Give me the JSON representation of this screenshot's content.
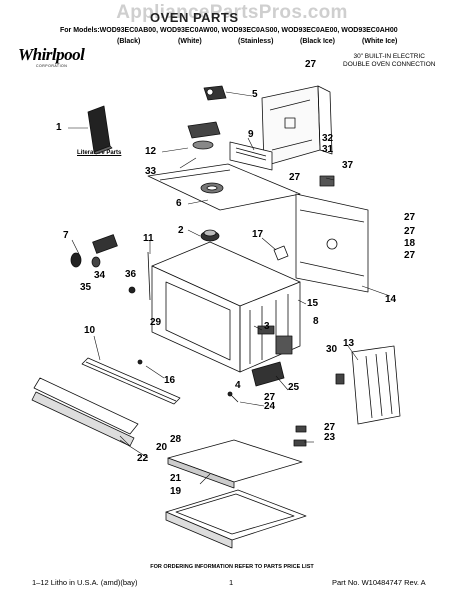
{
  "watermark": "AppliancePartsPros.com",
  "title": "OVEN PARTS",
  "models_line": "For Models:WOD93EC0AB00, WOD93EC0AW00, WOD93EC0AS00, WOD93EC0AE00, WOD93EC0AH00",
  "colors": [
    "(Black)",
    "(White)",
    "(Stainless)",
    "(Black Ice)",
    "(White Ice)"
  ],
  "brand": {
    "name": "Whirlpool",
    "sub": "CORPORATION"
  },
  "note": [
    "30\" BUILT-IN ELECTRIC",
    "DOUBLE OVEN CONNECTION"
  ],
  "literature_label": "Literature Parts",
  "callouts": {
    "c1": "1",
    "c2": "2",
    "c3": "3",
    "c4": "4",
    "c5": "5",
    "c6": "6",
    "c7": "7",
    "c8": "8",
    "c9": "9",
    "c10": "10",
    "c11": "11",
    "c12": "12",
    "c13": "13",
    "c14": "14",
    "c15": "15",
    "c16": "16",
    "c17": "17",
    "c18": "18",
    "c19": "19",
    "c20": "20",
    "c21": "21",
    "c22": "22",
    "c23": "23",
    "c24": "24",
    "c25": "25",
    "c27a": "27",
    "c27b": "27",
    "c27c": "27",
    "c27d": "27",
    "c27e": "27",
    "c27f": "27",
    "c27g": "27",
    "c28": "28",
    "c29": "29",
    "c30": "30",
    "c31": "31",
    "c32": "32",
    "c33": "33",
    "c34": "34",
    "c35": "35",
    "c36": "36",
    "c37": "37"
  },
  "footer": {
    "ordering": "FOR ORDERING INFORMATION REFER TO PARTS PRICE LIST",
    "left": "1–12 Litho in U.S.A. (amd)(bay)",
    "page": "1",
    "right": "Part No. W10484747 Rev. A"
  }
}
